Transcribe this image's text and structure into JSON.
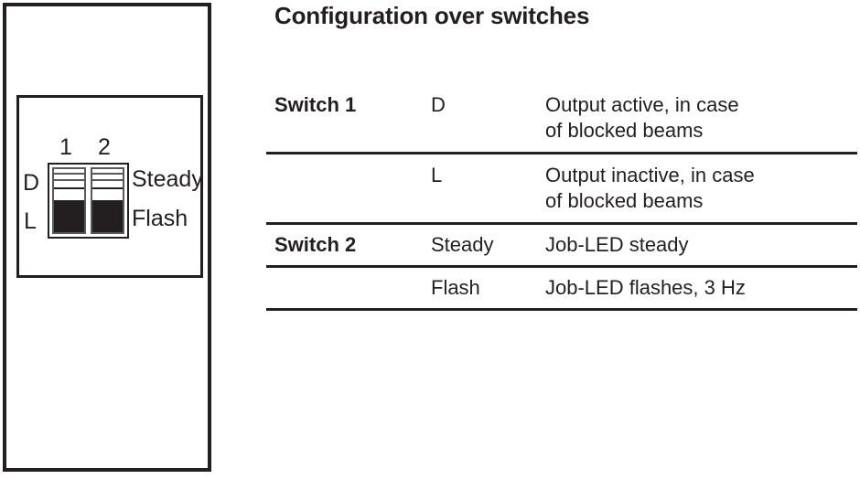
{
  "title": "Configuration over switches",
  "device_panel": {
    "name": "dip-switch-illustration",
    "slider_numbers": [
      "1",
      "2"
    ],
    "position_labels": {
      "top": "D",
      "bottom": "L"
    },
    "mode_labels": {
      "top": "Steady",
      "bottom": "Flash"
    },
    "switches": [
      {
        "number": "1",
        "position": "L"
      },
      {
        "number": "2",
        "position": "L"
      }
    ]
  },
  "table": {
    "rows": [
      {
        "switch": "Switch 1",
        "setting": "D",
        "description_lines": [
          "Output active, in case",
          "of blocked beams"
        ]
      },
      {
        "switch": "",
        "setting": "L",
        "description_lines": [
          "Output inactive, in case",
          "of blocked beams"
        ]
      },
      {
        "switch": "Switch 2",
        "setting": "Steady",
        "description_lines": [
          "Job-LED steady"
        ]
      },
      {
        "switch": "",
        "setting": "Flash",
        "description_lines": [
          "Job-LED flashes, 3 Hz"
        ]
      }
    ]
  },
  "colors": {
    "ink": "#231f20",
    "rule": "#231f20",
    "slot_outline": "#58595b",
    "background": "#ffffff"
  }
}
